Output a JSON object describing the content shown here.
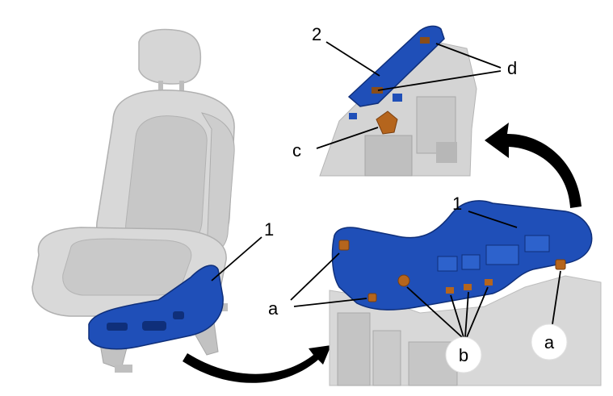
{
  "callouts": {
    "seat_cover": "1",
    "switch_panel_detail": "1",
    "inner_cover": "2",
    "screw_left": "a",
    "screw_right": "a",
    "clips": "b",
    "connector": "c",
    "tabs": "d"
  },
  "colors": {
    "highlight_blue": "#1f4fb8",
    "dark_blue": "#0f2f7a",
    "orange_fastener": "#b5651d",
    "seat_gray": "#cfcfcf",
    "arrow_black": "#000000"
  },
  "icons": {
    "curved_arrow_bottom": "curved-arrow-icon",
    "curved_arrow_right": "curved-arrow-icon"
  }
}
